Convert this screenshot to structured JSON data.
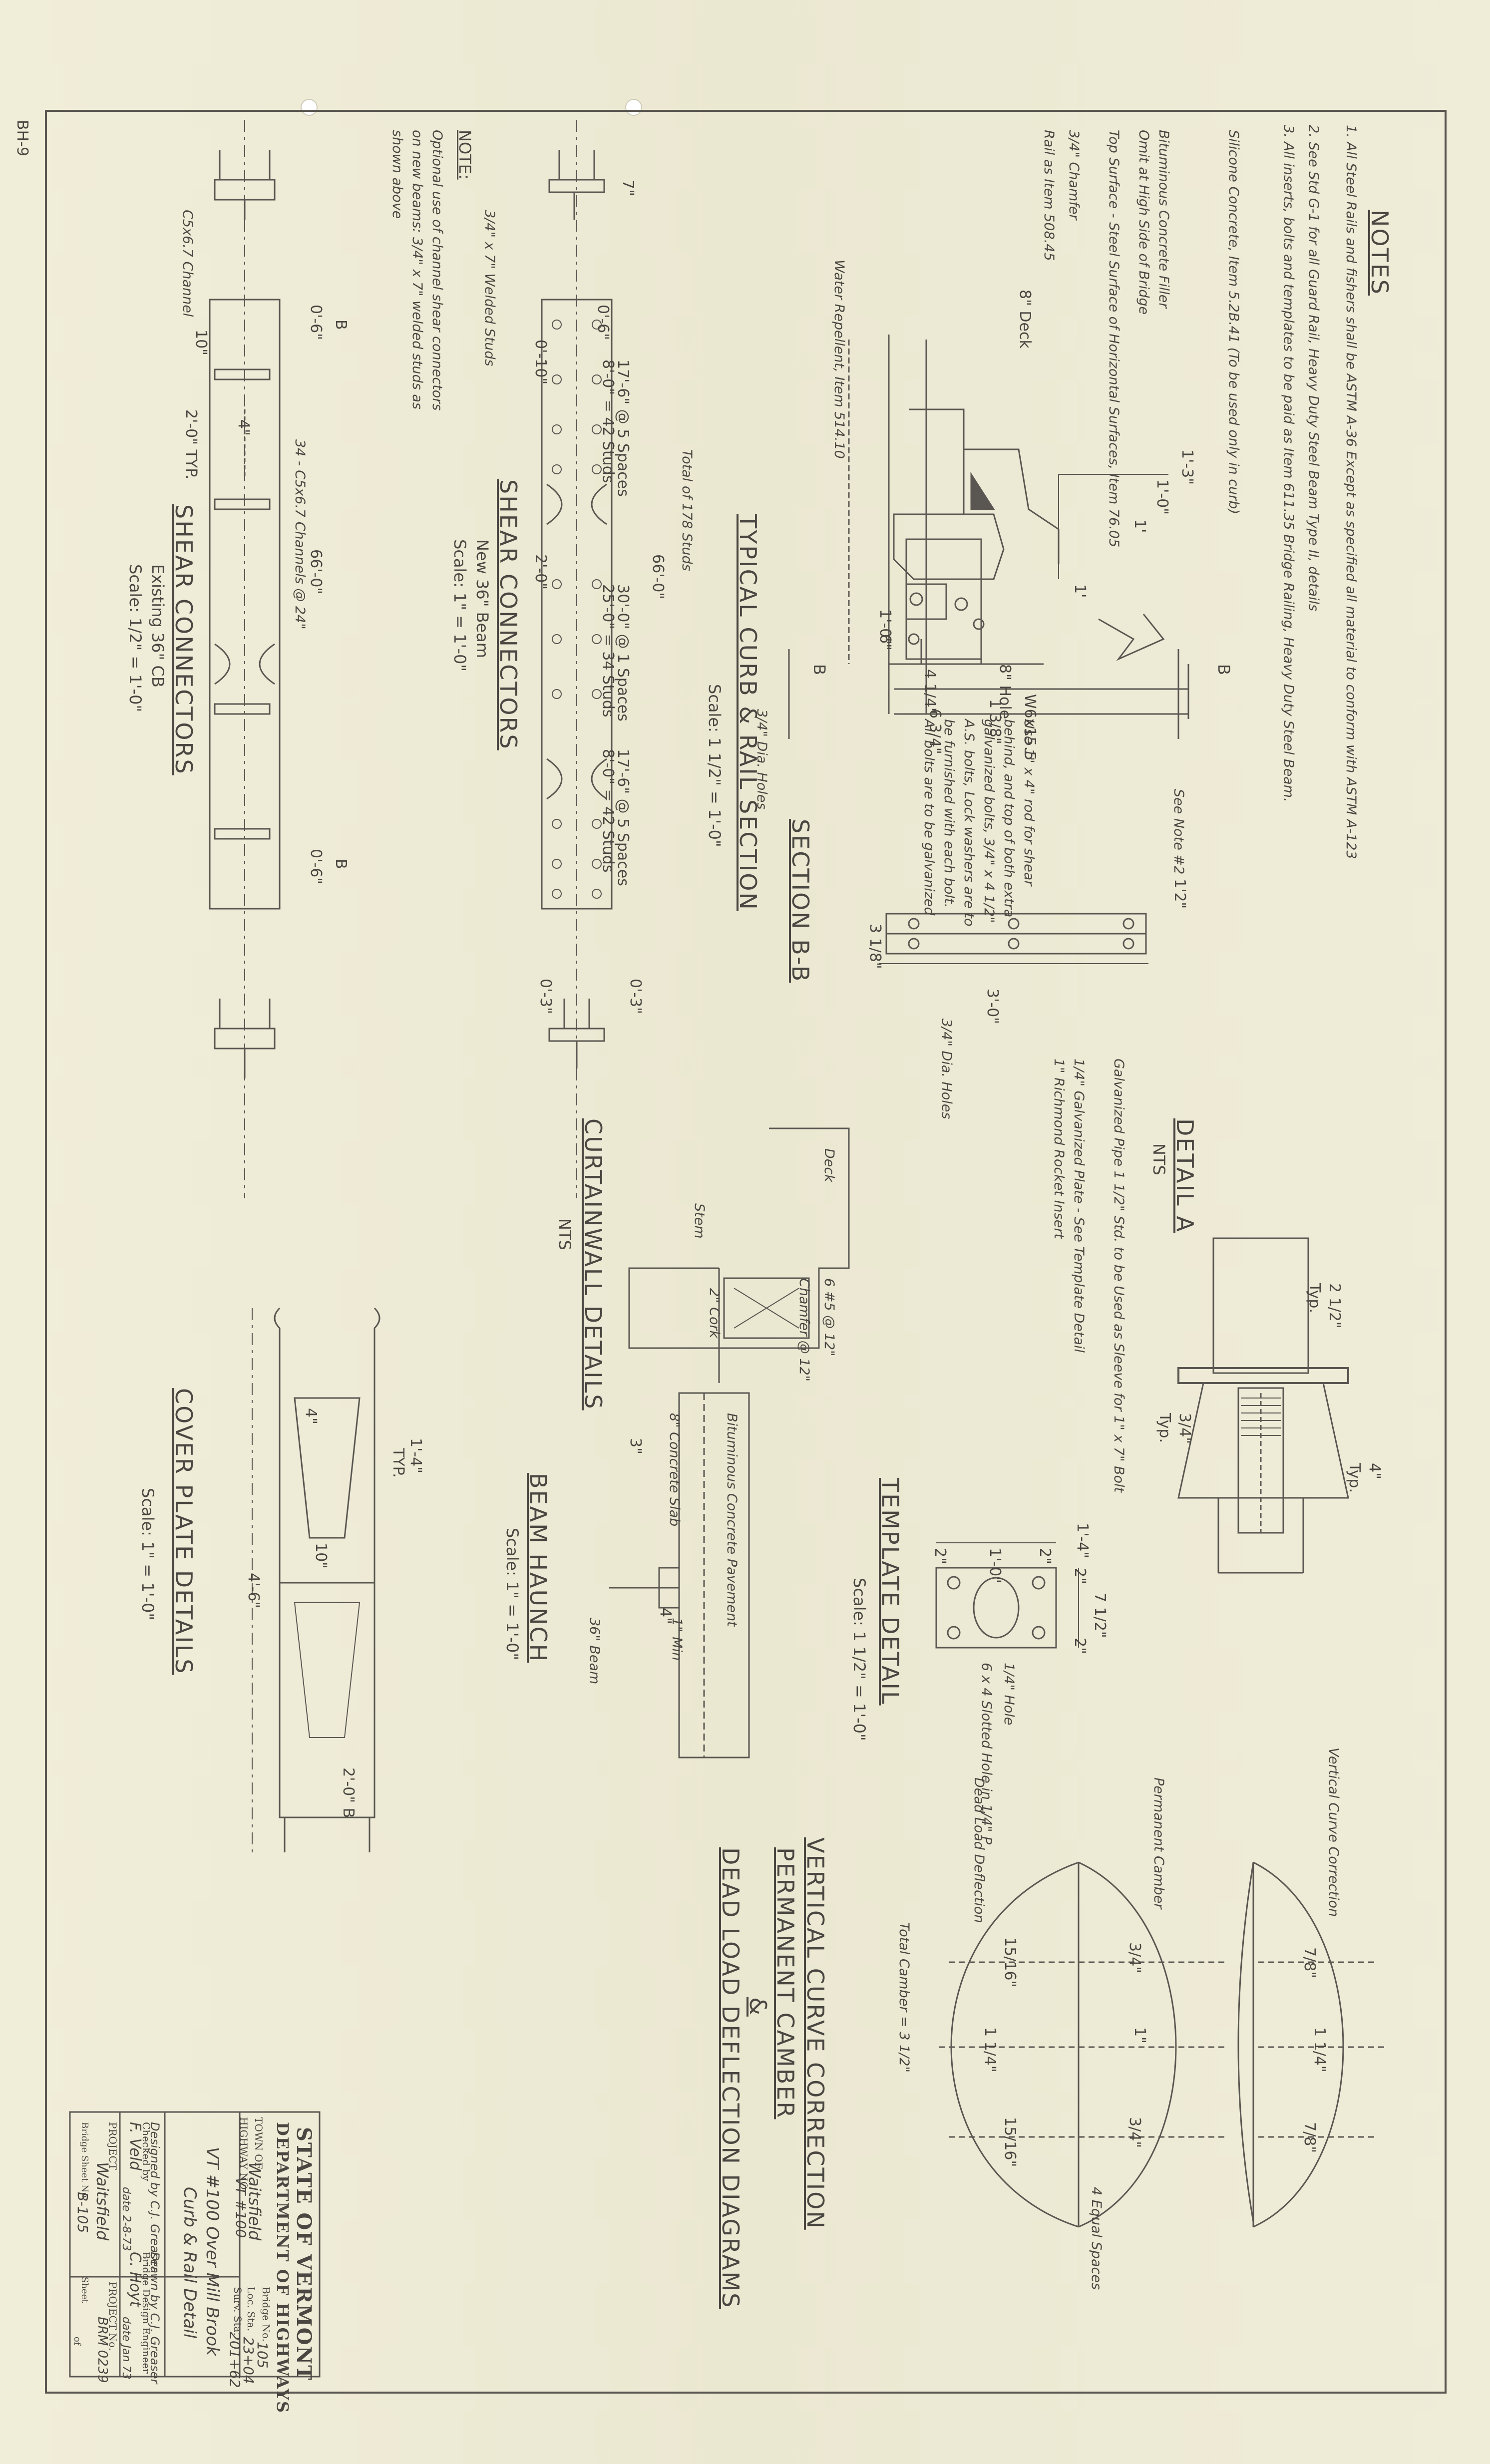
{
  "sheet_ref": "BH-9",
  "notes": {
    "title": "NOTES",
    "items": [
      "1. All Steel Rails and fishers shall be ASTM A-36 Except as specified all material to conform with ASTM A-123",
      "2. See Std G-1 for all Guard Rail, Heavy Duty Steel Beam Type II, details",
      "3. All inserts, bolts and templates to be paid as Item 611.35 Bridge Railing, Heavy Duty Steel Beam."
    ]
  },
  "curb_section": {
    "title": "TYPICAL CURB & RAIL SECTION",
    "scale": "Scale: 1 1/2\" = 1'-0\"",
    "callouts": [
      "Silicone Concrete, Item 5.2B.41 (To be used only in curb)",
      "Bituminous Concrete Filler",
      "Omit at High Side of Bridge",
      "Top Surface - Steel Surface of Horizontal Surfaces, Item 76.05",
      "3/4\" Chamfer",
      "Rail as Item 508.45",
      "Water Repellent, Item 514.10",
      "8\" Deck",
      "3/4\" Dia. Holes",
      "Use 1\" x 4\" rod for shear behind, and top of both extra galvanized bolts, 3/4\" x 4 1/2\" A.S. bolts, Lock washers are to be furnished with each bolt. All bolts are to be galvanized"
    ],
    "dims": [
      "1'-3\"",
      "1'-0\"",
      "1'",
      "1'",
      "8\" Hole",
      "6 3/4\"",
      "4 1/4\"",
      "1'-0\"",
      "6\"",
      "1 3/8\"",
      "W6x15.5",
      "B"
    ]
  },
  "section_bb": {
    "title": "SECTION B-B",
    "dims": [
      "1'2\"",
      "3'-0\"",
      "3 1/8\"",
      "3/4\" Dia. Holes",
      "See Note #2"
    ]
  },
  "detail_a": {
    "title": "DETAIL A",
    "nts": "NTS",
    "callouts": [
      "Galvanized Pipe 1 1/2\" Std. to be Used as Sleeve for 1\" x 7\" Bolt",
      "1/4\" Galvanized Plate - See Template Detail",
      "1\" Richmond Rocket Insert"
    ],
    "dims": [
      "2 1/2\"",
      "Typ.",
      "3/4\"",
      "Typ.",
      "4\"",
      "Typ."
    ]
  },
  "template_detail": {
    "title": "TEMPLATE DETAIL",
    "scale": "Scale: 1 1/2\" = 1'-0\"",
    "dims": [
      "1'-4\"",
      "2\"",
      "1'-0\"",
      "2\"",
      "2\"",
      "7 1/2\"",
      "2\""
    ],
    "callouts": [
      "1/4\" Hole",
      "6 x 4 Slotted Hole in 1/4\" P"
    ]
  },
  "camber": {
    "title_lines": [
      "VERTICAL CURVE CORRECTION",
      "PERMANENT CAMBER",
      "&",
      "DEAD LOAD DEFLECTION DIAGRAMS"
    ],
    "total_camber": "Total Camber = 3 1/2\"",
    "diagrams": [
      {
        "label": "Vertical Curve Correction",
        "values": [
          "7/8\"",
          "1 1/4\"",
          "7/8\""
        ]
      },
      {
        "label": "Permanent Camber",
        "values": [
          "3/4\"",
          "1\"",
          "3/4\""
        ]
      },
      {
        "label": "Dead Load Deflection",
        "values": [
          "15/16\"",
          "1 1/4\"",
          "15/16\""
        ]
      }
    ],
    "equal_spaces": "4 Equal Spaces"
  },
  "shear_existing": {
    "title": "SHEAR CONNECTORS",
    "subtitle": "Existing 36\" CB",
    "scale": "Scale: 1/2\" = 1'-0\"",
    "callouts": [
      "C5x6.7 Channel",
      "34 - C5x6.7 Channels @ 24\""
    ],
    "dims": [
      "10\"",
      "4\"",
      "2'-0\" TYP.",
      "66'-0\"",
      "0'-6\"",
      "0'-6\"",
      "B",
      "B"
    ]
  },
  "shear_new": {
    "title": "SHEAR CONNECTORS",
    "subtitle": "New 36\" Beam",
    "scale": "Scale: 1\" = 1'-0\"",
    "callouts": [
      "3/4\" x 7\" Welded Studs",
      "Total of 178 Studs"
    ],
    "dims": [
      "7\"",
      "0'-6\"",
      "0'-10\"",
      "17'-6\" @ 5 Spaces",
      "8'-0\" = 42 Studs",
      "2'-0\"",
      "30'-0\" @ 1 Spaces",
      "25'-0\" = 34 Studs",
      "17'-6\" @ 5 Spaces",
      "8'-0\" = 42 Studs",
      "66'-0\"",
      "0'-3\"",
      "0'-3\""
    ]
  },
  "shear_note": {
    "title": "NOTE:",
    "text": "Optional use of channel shear connectors on new beams: 3/4\" x 7\" welded studs as shown above"
  },
  "curtainwall": {
    "title": "CURTAINWALL DETAILS",
    "nts": "NTS",
    "callouts": [
      "Deck",
      "6 #5 @ 12\"",
      "Chamfer @ 12\"",
      "2\" Cork",
      "Stem"
    ]
  },
  "beam_haunch": {
    "title": "BEAM HAUNCH",
    "scale": "Scale: 1\" = 1'-0\"",
    "callouts": [
      "8\" Concrete Slab",
      "Bituminous Concrete Pavement",
      "36\" Beam",
      "1\" Min"
    ],
    "dims": [
      "3\"",
      "4\""
    ]
  },
  "cover_plate": {
    "title": "COVER PLATE DETAILS",
    "scale": "Scale: 1\" = 1'-0\"",
    "dims": [
      "4\"",
      "1'-4\"",
      "TYP.",
      "10\"",
      "4'-6\"",
      "2'-0\" B"
    ]
  },
  "title_block": {
    "state": "STATE OF VERMONT",
    "dept": "DEPARTMENT OF HIGHWAYS",
    "town_label": "TOWN OF",
    "town": "Waitsfield",
    "highway_label": "HIGHWAY NO.",
    "highway": "VT #100",
    "bridge_no_label": "Bridge No.",
    "bridge_no": "105",
    "loc_sta_label": "Loc. Sta.",
    "loc_sta": "23+04",
    "surv_sta_label": "Surv. Sta.",
    "surv_sta": "201+62",
    "desc1": "VT #100 Over Mill Brook",
    "desc2": "Curb & Rail Detail",
    "designed_by": "Designed by C.J. Greaser",
    "drawn_by": "Drawn by C.J. Greaser",
    "checked_by": "Checked by",
    "bridge_engineer": "Bridge Design Engineer",
    "date1": "date 2-8-73",
    "date2": "date Jan 73",
    "sig1": "F. Veld",
    "sig2": "C. Hoyt",
    "project_label": "PROJECT",
    "project_no_label": "PROJECT No.",
    "project_loc": "Waitsfield",
    "project_no": "BRM 0239",
    "bridge_sheet_label": "Bridge Sheet No.",
    "bridge_sheet": "B-105",
    "sheet_label": "Sheet",
    "of_label": "of"
  }
}
